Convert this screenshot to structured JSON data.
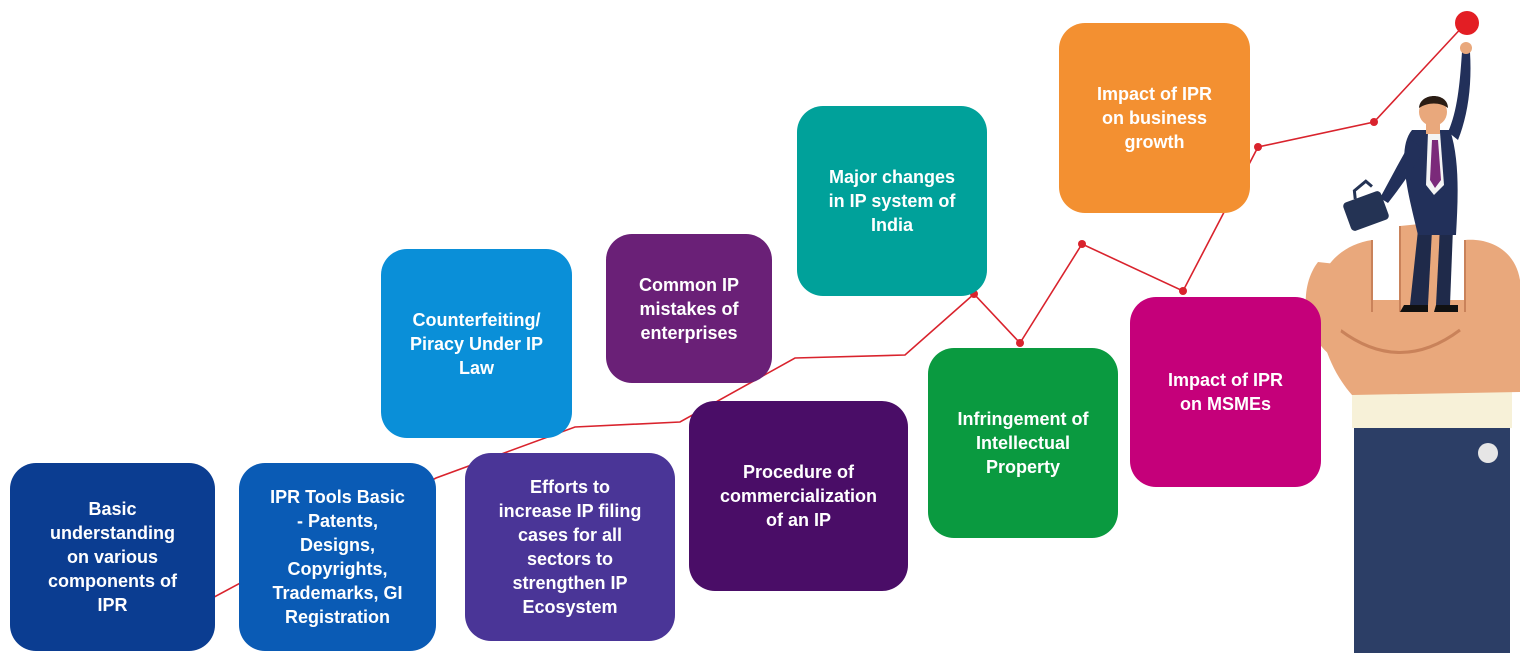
{
  "steps": [
    {
      "label": "Basic\nunderstanding\non various\ncomponents of\nIPR",
      "color": "#0b3d91"
    },
    {
      "label": "IPR Tools Basic\n- Patents,\nDesigns,\nCopyrights,\nTrademarks, GI\nRegistration",
      "color": "#0a5bb5"
    },
    {
      "label": "Counterfeiting/\nPiracy Under IP\nLaw",
      "color": "#0a8fd8"
    },
    {
      "label": "Efforts to\nincrease IP filing\ncases for all\nsectors to\nstrengthen IP\nEcosystem",
      "color": "#4a3597"
    },
    {
      "label": "Common IP\nmistakes of\nenterprises",
      "color": "#6a2077"
    },
    {
      "label": "Procedure of\ncommercialization\nof an IP",
      "color": "#4a0d67"
    },
    {
      "label": "Major changes\nin IP system of\nIndia",
      "color": "#00a19a"
    },
    {
      "label": "Infringement of\nIntellectual\nProperty",
      "color": "#0a9a40"
    },
    {
      "label": "Impact of IPR\non MSMEs",
      "color": "#c5007a"
    },
    {
      "label": "Impact of IPR\non business\ngrowth",
      "color": "#f39031"
    }
  ],
  "colors": {
    "trend_line": "#d9232d",
    "goal_dot": "#e31e24",
    "sleeve": "#2c3e66",
    "cuff": "#f7f1d8",
    "hand": "#e9a87c"
  },
  "icons": [
    "trend-line",
    "businessman-figure",
    "open-hand-icon",
    "briefcase-icon"
  ]
}
